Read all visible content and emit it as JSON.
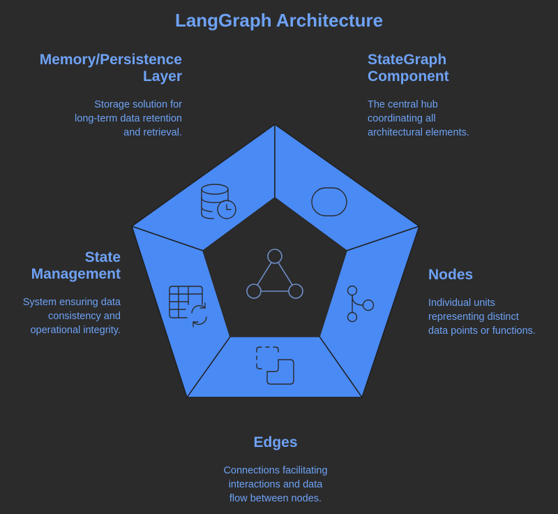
{
  "title": "LangGraph Architecture",
  "accent_color": "#4a8af4",
  "background_color": "#2b2b2b",
  "text_color": "#6ea2f5",
  "sections": {
    "memory": {
      "heading": [
        "Memory/Persistence",
        "Layer"
      ],
      "description": [
        "Storage solution for",
        "long-term data retention",
        "and retrieval."
      ],
      "icon": "database-clock-icon"
    },
    "stategraph": {
      "heading": [
        "StateGraph",
        "Component"
      ],
      "description": [
        "The central hub",
        "coordinating all",
        "architectural elements."
      ],
      "icon": "rounded-pill-icon"
    },
    "state_management": {
      "heading": [
        "State",
        "Management"
      ],
      "description": [
        "System ensuring data",
        "consistency and",
        "operational integrity."
      ],
      "icon": "table-sync-icon"
    },
    "nodes": {
      "heading": [
        "Nodes"
      ],
      "description": [
        "Individual units",
        "representing distinct",
        "data points or functions."
      ],
      "icon": "branch-nodes-icon"
    },
    "edges": {
      "heading": [
        "Edges"
      ],
      "description": [
        "Connections facilitating",
        "interactions and data",
        "flow between nodes."
      ],
      "icon": "corner-connection-icon"
    },
    "center": {
      "icon": "triangle-graph-icon"
    }
  }
}
